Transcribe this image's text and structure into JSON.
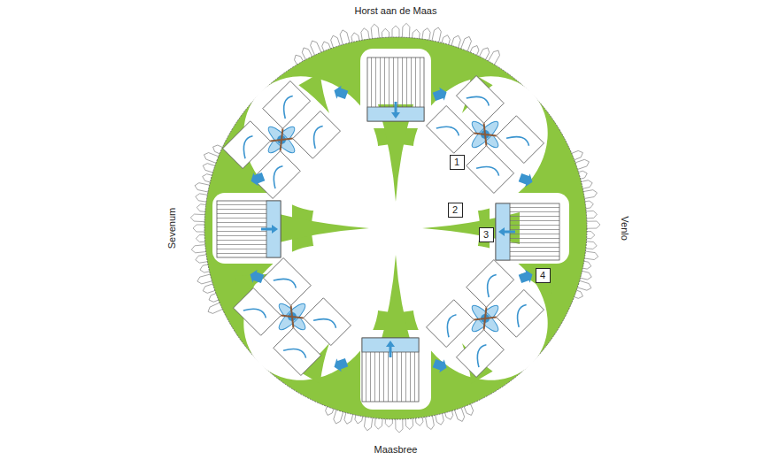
{
  "diagram": {
    "nodes": [
      {
        "text": [
          "1"
        ]
      },
      {
        "text": [
          "2"
        ]
      },
      {
        "text": [
          "3"
        ]
      },
      {
        "text": [
          "4"
        ]
      }
    ],
    "labels": [
      "Horst aan de Maas",
      "Venlo",
      "Maasbree",
      "Sevenum"
    ]
  }
}
